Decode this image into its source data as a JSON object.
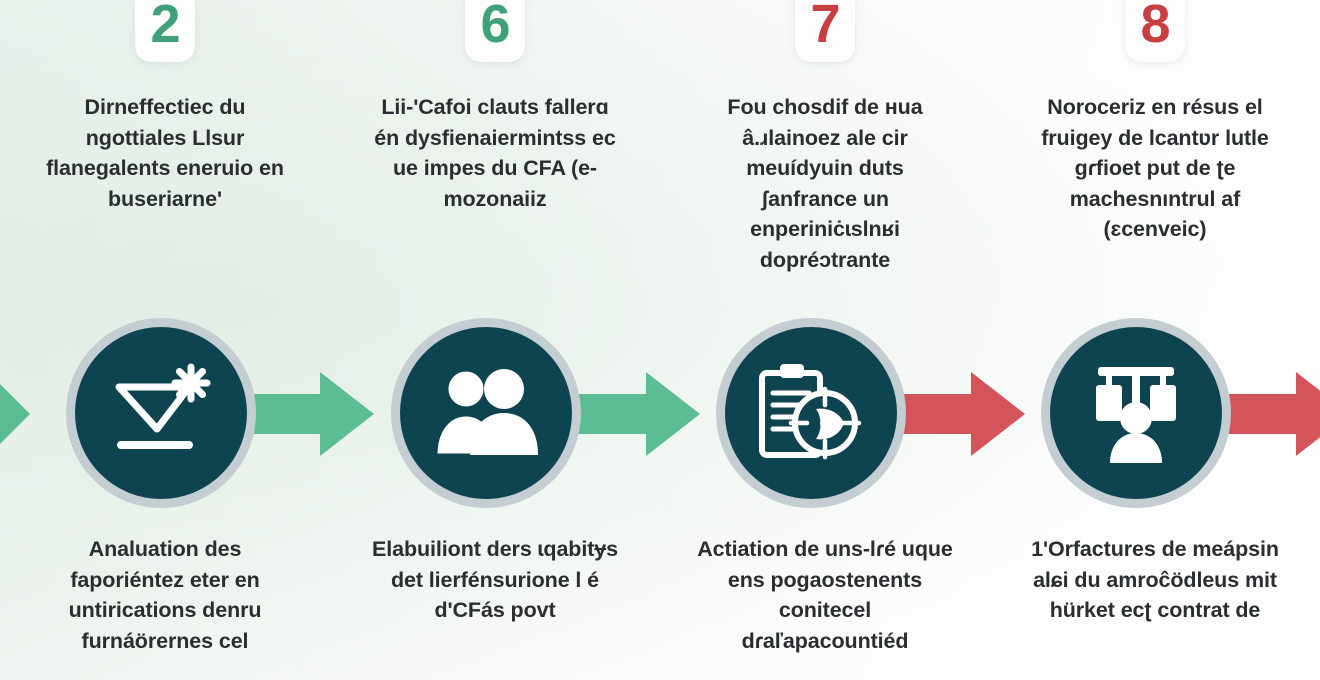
{
  "theme": {
    "background_left": "#e9f2ec",
    "background_right": "#ffffff",
    "circle_fill": "#0e4450",
    "circle_ring": "#c3cdd2",
    "arrow_green": "#5cbd94",
    "arrow_red": "#d35459",
    "number_green": "#3fa07a",
    "number_red": "#c83f43",
    "text_color": "#2a2e30",
    "badge_bg": "#fdfdfd"
  },
  "steps": [
    {
      "number": "2",
      "number_color": "green",
      "icon": "funnel-sparkle-icon",
      "arrow_color": "green",
      "top_caption": "Dirneffectiec du ngottiales Llsur flanegalents eneruio en buseriarne'",
      "bottom_caption": "Analuation des faporiéntez eter en untirications denru furnáörernes cel"
    },
    {
      "number": "6",
      "number_color": "green",
      "icon": "people-group-icon",
      "arrow_color": "green",
      "top_caption": "Lii-'Cafoi clauts fallerɑ én dysfienaiermintss ec ue impes du CFA (e-mozonaiiz",
      "bottom_caption": "Elabuiliont ders ɩqabitɏs det lierfénsurione l é d'CFás povt"
    },
    {
      "number": "7",
      "number_color": "red",
      "icon": "clipboard-target-icon",
      "arrow_color": "red",
      "top_caption": "Fou chosdif de ʜua â.ɹlainoez ale cir meuídyuin duts ʃanfrance un enperiniċɩslnʁi dopréɔtrante",
      "bottom_caption": "Actiation de uns-lɾé uque ens pogaostenents conitecel dɾaľapacountiéd"
    },
    {
      "number": "8",
      "number_color": "red",
      "icon": "person-balance-icon",
      "arrow_color": "red",
      "top_caption": "Noroceriz en résus el fruigey de lcantʋr lutle gɾfioet put de ʈe machesnıntrul af (ɛcenveic)",
      "bottom_caption": "1'Orfactures de meápsin alɕi du amroĉödleus mit hürket ecʈ contrat de"
    }
  ],
  "edge_arrows": {
    "left": {
      "color": "green",
      "name": "incoming-arrow-left"
    },
    "right": {
      "color": "red",
      "name": "outgoing-arrow-right"
    }
  }
}
